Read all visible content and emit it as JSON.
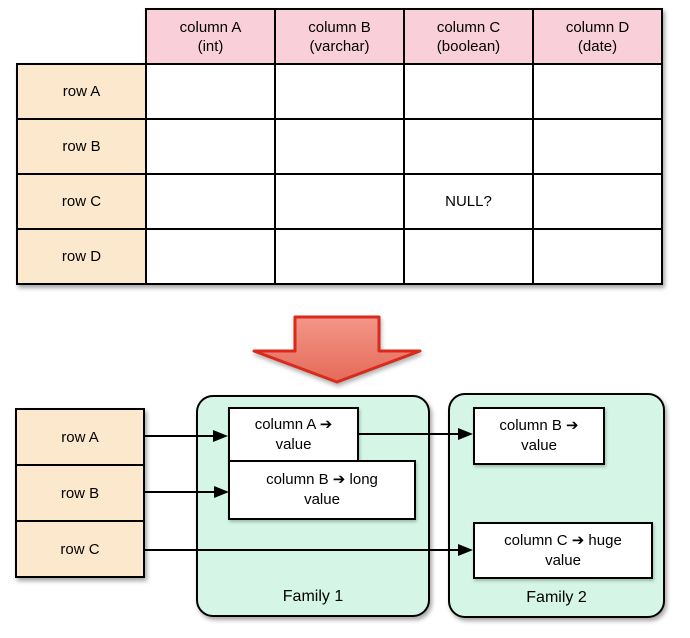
{
  "relational_table": {
    "columns": [
      {
        "name": "column A",
        "type": "(int)"
      },
      {
        "name": "column B",
        "type": "(varchar)"
      },
      {
        "name": "column C",
        "type": "(boolean)"
      },
      {
        "name": "column D",
        "type": "(date)"
      }
    ],
    "rows": [
      "row A",
      "row B",
      "row C",
      "row D"
    ],
    "null_cell": {
      "row": "row C",
      "column": "column C",
      "text": "NULL?"
    }
  },
  "column_store": {
    "row_keys": [
      "row A",
      "row B",
      "row C"
    ],
    "families": [
      {
        "label": "Family 1",
        "cells": [
          {
            "lines": [
              "column A ➔",
              "value"
            ]
          },
          {
            "lines": [
              "column B ➔ long",
              "value"
            ]
          }
        ]
      },
      {
        "label": "Family 2",
        "cells": [
          {
            "lines": [
              "column B ➔",
              "value"
            ]
          },
          {
            "lines": [
              "column C ➔ huge",
              "value"
            ]
          }
        ]
      }
    ]
  },
  "icons": {
    "transform_arrow": "down-block-arrow",
    "link_arrow": "right-arrow",
    "kv_arrow_glyph": "➔"
  },
  "colors": {
    "column_header_pink": "#F9D0DA",
    "row_header_peach": "#FCE9CD",
    "family_green": "#D5F6E6",
    "arrow_fill_top": "#F29689",
    "arrow_fill_bottom": "#E56A59",
    "arrow_stroke_red": "#D92B1B",
    "line_black": "#000000"
  }
}
